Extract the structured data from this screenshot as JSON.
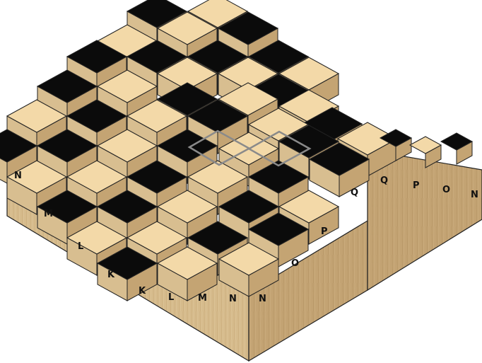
{
  "board": {
    "colors": {
      "light_top": "#f3d9a8",
      "dark_top": "#0b0b0b",
      "wood_left": "#d8be90",
      "wood_right": "#c4a473",
      "wood_front_left": "#cdb084",
      "wood_front_right": "#b99968",
      "outline": "#222222",
      "selection": "#8a8a8a"
    },
    "left_edge_labels": [
      "N",
      "M",
      "L",
      "K"
    ],
    "front_edge_labels": [
      "K",
      "L",
      "M",
      "N",
      "N"
    ],
    "right_edge_labels": [
      "O",
      "P",
      "Q"
    ],
    "far_right_labels": [
      "Q",
      "P",
      "O",
      "N"
    ]
  }
}
